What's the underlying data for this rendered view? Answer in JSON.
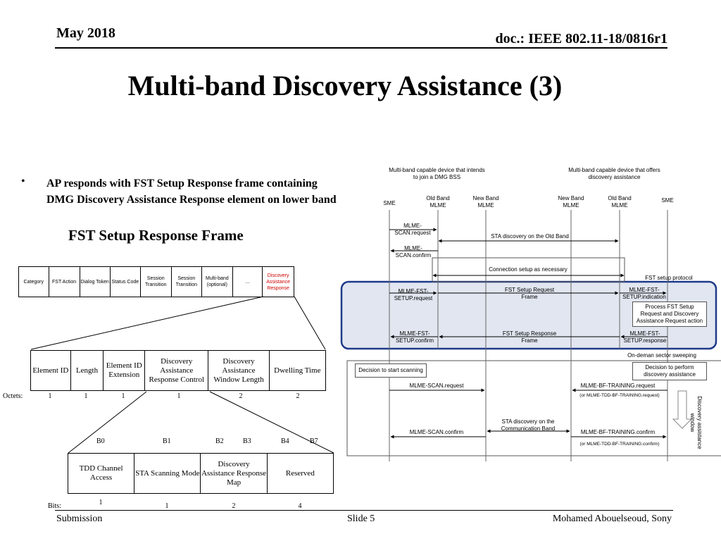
{
  "header": {
    "date": "May 2018",
    "doc": "doc.: IEEE 802.11-18/0816r1"
  },
  "slide": {
    "title": "Multi-band Discovery Assistance (3)",
    "bullet_symbol": "•",
    "bullet_text": "AP responds with FST Setup Response frame containing DMG Discovery Assistance Response element on lower band",
    "frame_title": "FST Setup Response Frame"
  },
  "frame_fields": [
    "Category",
    "FST Action",
    "Dialog Token",
    "Status Code",
    "Session Transition",
    "Session Transition",
    "Multi-band (optional)",
    "...",
    "Discovery Assistance Response"
  ],
  "element_fields": {
    "cells": [
      "Element ID",
      "Length",
      "Element ID Extension",
      "Discovery Assistance Response Control",
      "Discovery Assistance Window Length",
      "Dwelling Time"
    ],
    "octets_label": "Octets:",
    "octets": [
      "1",
      "1",
      "1",
      "1",
      "2",
      "2"
    ]
  },
  "control_fields": {
    "bit_labels": [
      "B0",
      "B1",
      "B2",
      "B3",
      "B4",
      "B7"
    ],
    "cells": [
      "TDD Channel Access",
      "STA Scanning Mode",
      "Discovery Assistance Response Map",
      "Reserved"
    ],
    "bits_label": "Bits:",
    "bits": [
      "1",
      "1",
      "2",
      "4"
    ]
  },
  "diagram": {
    "left_device": "Multi-band capable device that intends to join a DMG BSS",
    "right_device": "Multi-band capable device that offers discovery assistance",
    "sme_left": "SME",
    "old_band_left": "Old  Band MLME",
    "new_band_left": "New Band MLME",
    "new_band_right": "New Band MLME",
    "old_band_right": "Old Band MLME",
    "sme_right": "SME",
    "scan_request": "MLME-SCAN.request",
    "sta_discovery_old": "STA discovery on the Old Band",
    "scan_confirm": "MLME-SCAN.confirm",
    "connection_setup": "Connection setup as necessary",
    "fst_setup_protocol": "FST setup protocol",
    "fst_setup_request": "MLME-FST-SETUP.request",
    "fst_setup_request_frame": "FST Setup Request Frame",
    "fst_setup_indication": "MLME-FST-SETUP.indication",
    "process_fst": "Process FST Setup Request and Discovery Assistance Request action",
    "fst_setup_confirm": "MLME-FST-SETUP.confirm",
    "fst_setup_response_frame": "FST Setup Response Frame",
    "fst_setup_response": "MLME-FST-SETUP.response",
    "sector_sweeping": "On-deman sector sweeping",
    "decision_scan": "Decision to start scanning",
    "decision_discovery": "Decision to perform discovery assistance",
    "mlme_scan_request": "MLME-SCAN.request",
    "bf_training_request": "MLME-BF-TRAINING.request",
    "tdd_bf_request": "(or MLME-TDD-BF-TRAINING.request)",
    "discovery_window": "Discovery assistance window",
    "sta_discovery_comm": "STA discovery on the Communication Band",
    "mlme_scan_confirm": "MLME-SCAN.confirm",
    "bf_training_confirm": "MLME-BF-TRAINING.confirm",
    "tdd_bf_confirm": "(or MLME-TDD-BF-TRAINING.confirm)"
  },
  "footer": {
    "left": "Submission",
    "center": "Slide 5",
    "right": "Mohamed Abouelseoud, Sony"
  },
  "colors": {
    "highlight_box": "#1f3a8a",
    "red_text": "#d00000"
  }
}
